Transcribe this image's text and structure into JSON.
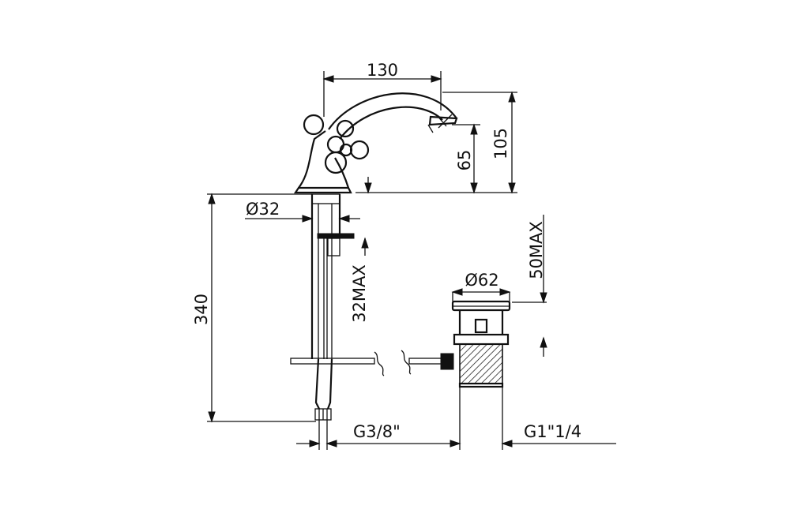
{
  "dimensions": {
    "spout_reach": "130",
    "spout_height": "65",
    "total_height": "105",
    "body_diameter": "Ø32",
    "total_length": "340",
    "deck_thickness_max": "32MAX",
    "waste_diameter": "Ø62",
    "waste_height_max": "50MAX",
    "inlet_thread": "G3/8\"",
    "waste_thread": "G1\"1/4"
  }
}
